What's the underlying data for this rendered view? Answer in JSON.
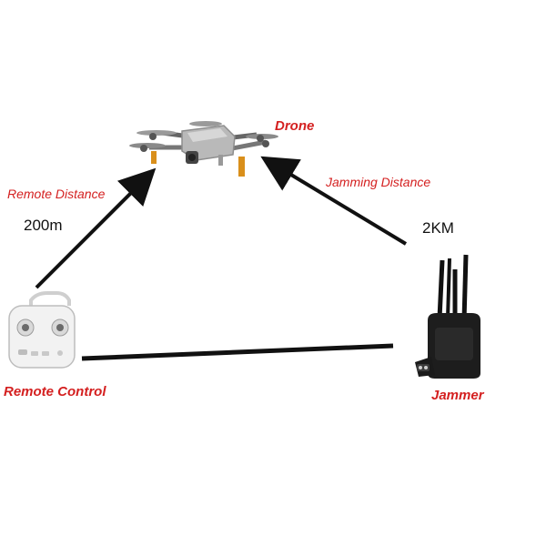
{
  "labels": {
    "drone": "Drone",
    "remote_distance": "Remote Distance",
    "remote_distance_value": "200m",
    "jamming_distance": "Jamming Distance",
    "jamming_distance_value": "2KM",
    "remote_control": "Remote Control",
    "jammer": "Jammer"
  },
  "colors": {
    "label_red": "#d42020",
    "arrow": "#111111"
  },
  "icons": {
    "drone": "drone-icon",
    "remote_control": "remote-controller-icon",
    "jammer": "backpack-jammer-icon"
  }
}
